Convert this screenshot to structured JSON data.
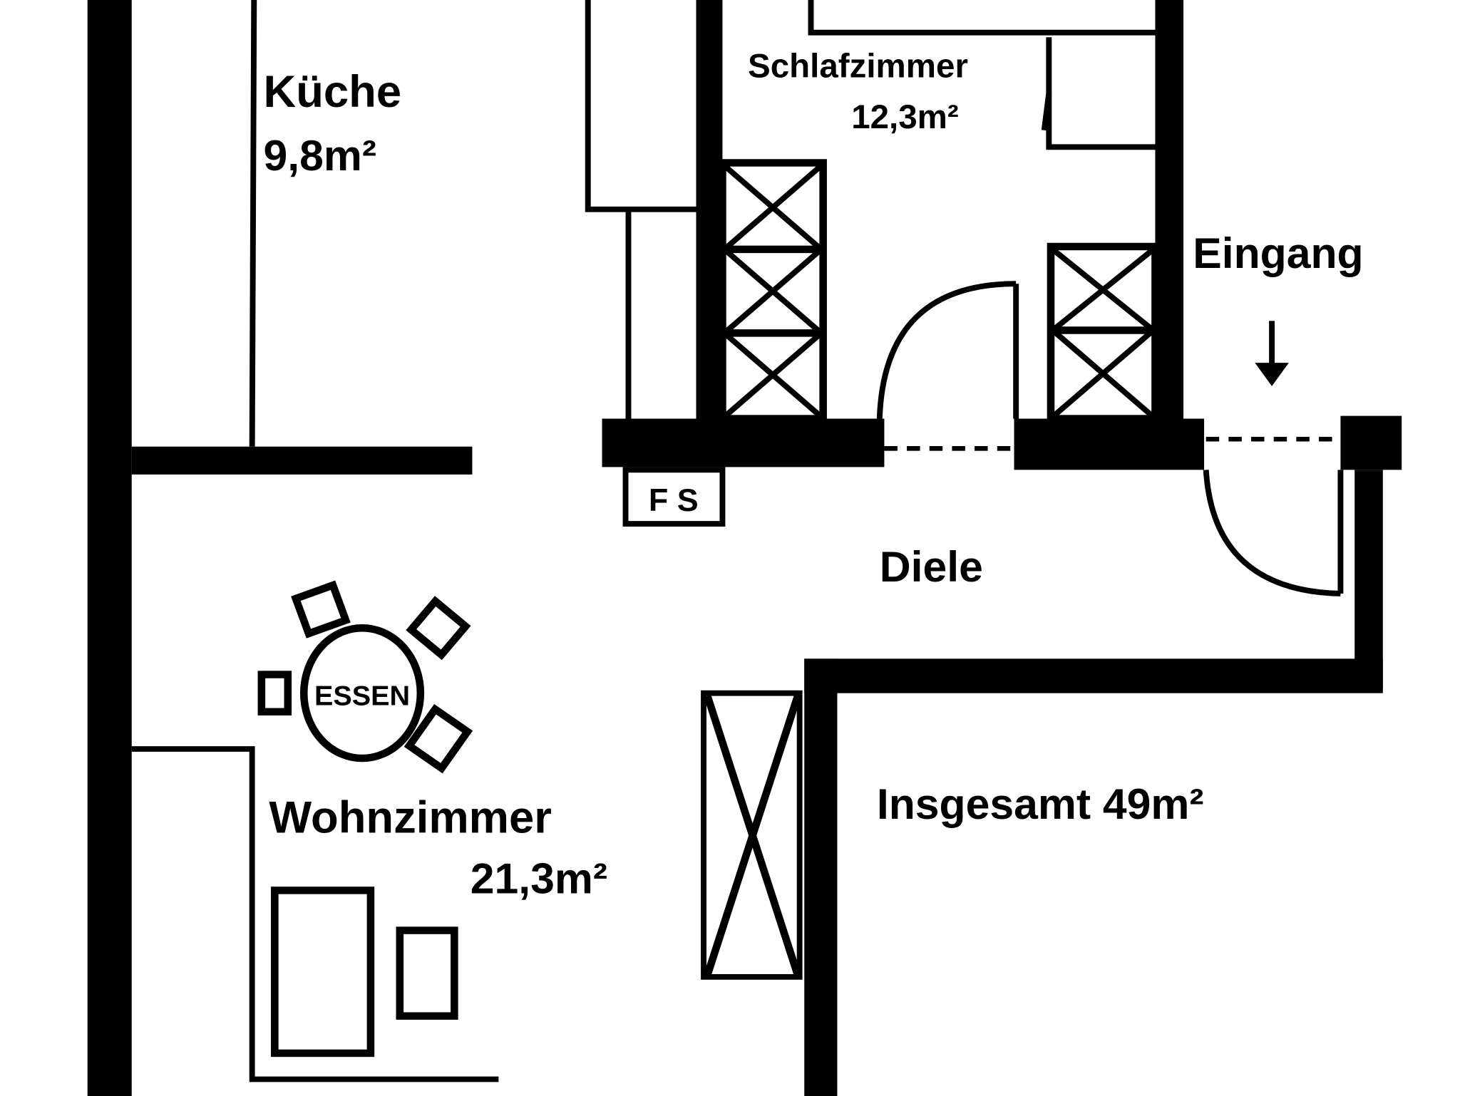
{
  "rooms": {
    "kitchen": {
      "name": "Küche",
      "area": "9,8m²"
    },
    "bedroom": {
      "name": "Schlafzimmer",
      "area": "12,3m²"
    },
    "entrance": {
      "name": "Eingang"
    },
    "hall": {
      "name": "Diele"
    },
    "living": {
      "name": "Wohnzimmer",
      "area": "21,3m²"
    }
  },
  "total": "Insgesamt 49m²",
  "symbols": {
    "fuse_box": "F S",
    "dining": "ESSEN"
  },
  "colors": {
    "ink": "#000000",
    "paper": "#ffffff"
  }
}
